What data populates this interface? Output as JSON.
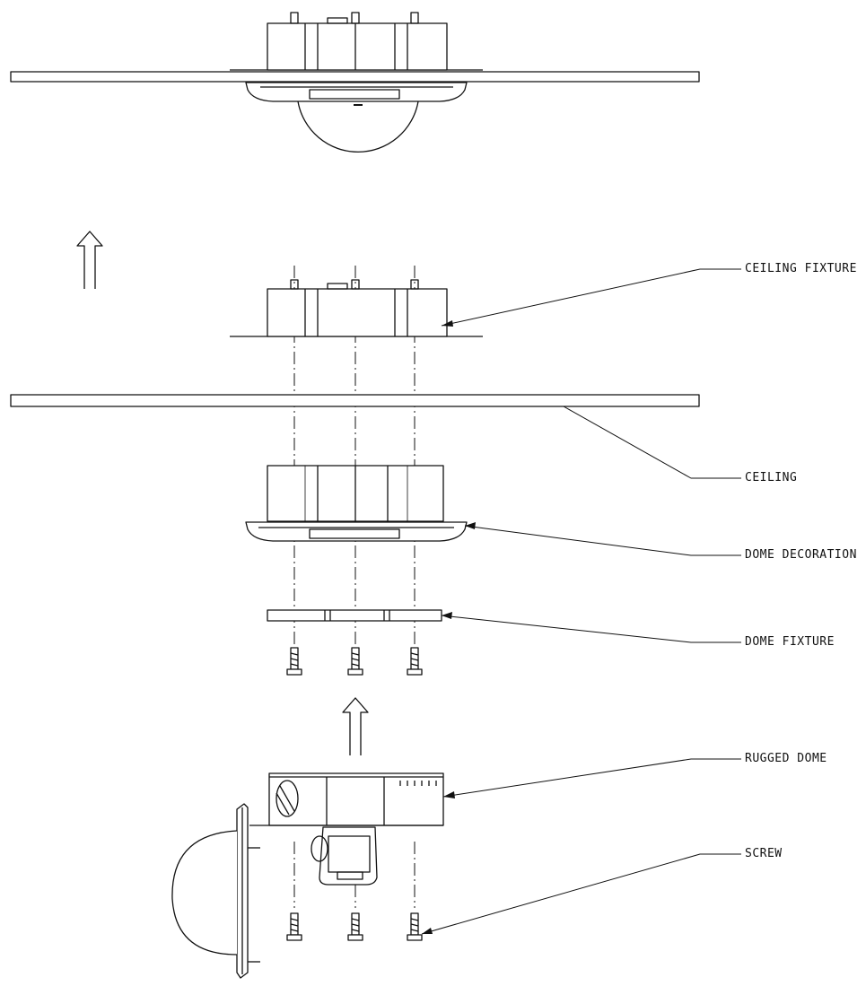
{
  "labels": {
    "ceiling_fixture": "CEILING FIXTURE",
    "ceiling": "CEILING",
    "dome_decoration": "DOME DECORATION",
    "dome_fixture": "DOME FIXTURE",
    "rugged_dome": "RUGGED DOME",
    "screw": "SCREW"
  },
  "colors": {
    "stroke": "#111111",
    "background": "#ffffff"
  },
  "icons": {
    "direction": "up-double-arrow-icon"
  }
}
